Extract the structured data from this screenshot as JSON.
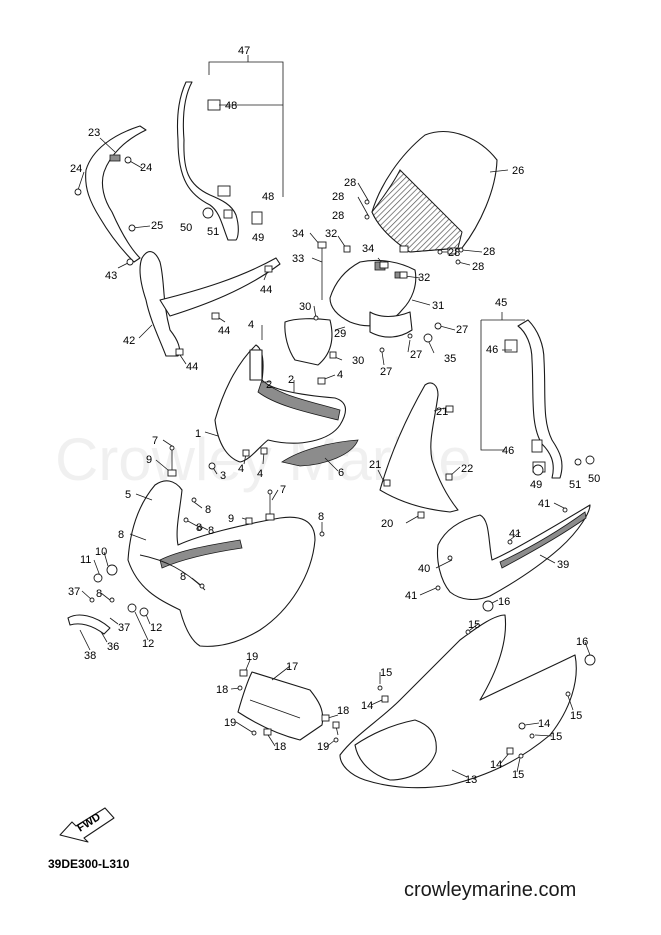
{
  "document_code": "39DE300-L310",
  "site": "crowleymarine.com",
  "watermark": "Crowley Marine",
  "fwd_label": "FWD",
  "labels": {
    "n1": "1",
    "n2a": "2",
    "n2b": "2",
    "n3": "3",
    "n4a": "4",
    "n4b": "4",
    "n4c": "4",
    "n4d": "4",
    "n5": "5",
    "n6": "6",
    "n7a": "7",
    "n7b": "7",
    "n8a": "8",
    "n8b": "8",
    "n8c": "8",
    "n8d": "8",
    "n8e": "8",
    "n8f": "8",
    "n9a": "9",
    "n9b": "9",
    "n10": "10",
    "n11": "11",
    "n12a": "12",
    "n12b": "12",
    "n13": "13",
    "n14a": "14",
    "n14b": "14",
    "n14c": "14",
    "n15a": "15",
    "n15b": "15",
    "n15c": "15",
    "n15d": "15",
    "n15e": "15",
    "n16a": "16",
    "n16b": "16",
    "n17": "17",
    "n18a": "18",
    "n18b": "18",
    "n18c": "18",
    "n19a": "19",
    "n19b": "19",
    "n19c": "19",
    "n20": "20",
    "n21a": "21",
    "n21b": "21",
    "n22": "22",
    "n23": "23",
    "n24a": "24",
    "n24b": "24",
    "n25": "25",
    "n26": "26",
    "n27a": "27",
    "n27b": "27",
    "n27c": "27",
    "n28a": "28",
    "n28b": "28",
    "n28c": "28",
    "n28d": "28",
    "n28e": "28",
    "n29": "29",
    "n30a": "30",
    "n30b": "30",
    "n31": "31",
    "n32a": "32",
    "n32b": "32",
    "n33": "33",
    "n34a": "34",
    "n34b": "34",
    "n35": "35",
    "n36": "36",
    "n37a": "37",
    "n37b": "37",
    "n38": "38",
    "n39": "39",
    "n40": "40",
    "n41a": "41",
    "n41b": "41",
    "n42": "42",
    "n43": "43",
    "n44a": "44",
    "n44b": "44",
    "n44c": "44",
    "n45": "45",
    "n46a": "46",
    "n46b": "46",
    "n47": "47",
    "n48a": "48",
    "n48b": "48",
    "n49a": "49",
    "n49b": "49",
    "n50a": "50",
    "n50b": "50",
    "n51a": "51",
    "n51b": "51"
  }
}
